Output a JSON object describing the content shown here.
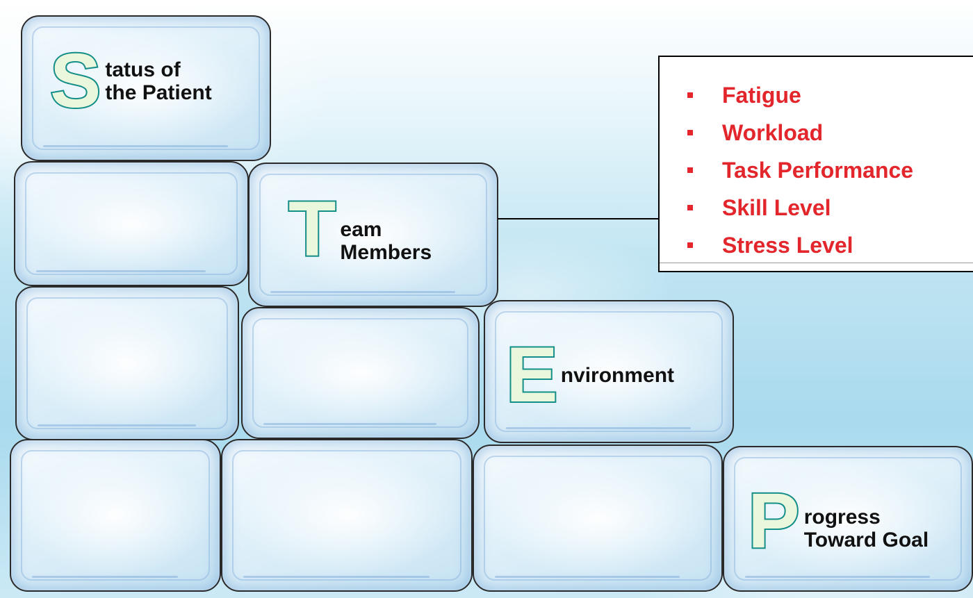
{
  "blocks": {
    "s": {
      "letter": "S",
      "lines": [
        "tatus of",
        "the Patient"
      ]
    },
    "t": {
      "letter": "T",
      "lines": [
        "eam",
        "Members"
      ]
    },
    "e": {
      "letter": "E",
      "lines": [
        "nvironment"
      ]
    },
    "p": {
      "letter": "P",
      "lines": [
        "rogress",
        "Toward Goal"
      ]
    }
  },
  "info_box": {
    "items": [
      "Fatigue",
      "Workload",
      "Task Performance",
      "Skill Level",
      "Stress Level"
    ]
  },
  "colors": {
    "letter_fill": "#e9f8dc",
    "letter_outline": "#138f8a",
    "bullet_text": "#e2262c"
  }
}
